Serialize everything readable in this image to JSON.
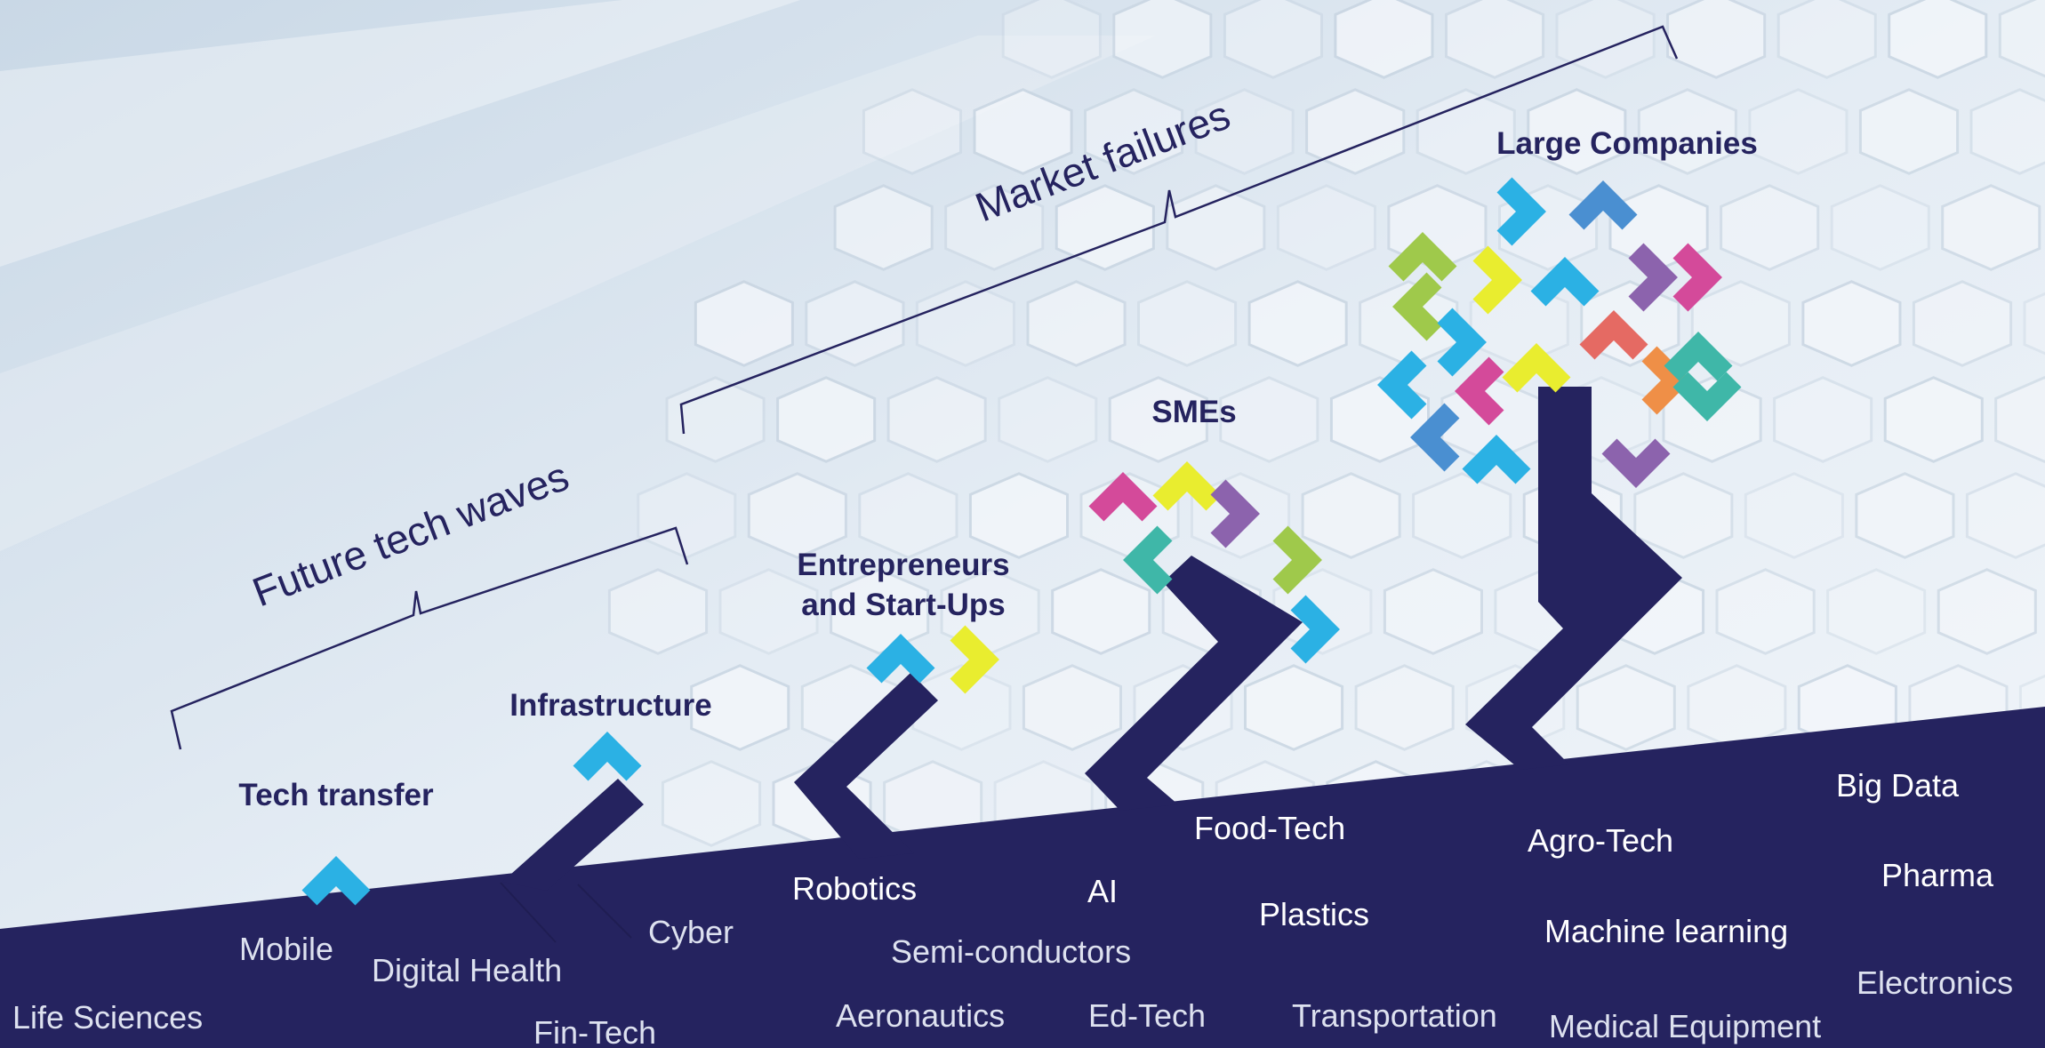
{
  "braces": {
    "future_tech_waves": "Future tech waves",
    "market_failures": "Market failures"
  },
  "stages": {
    "tech_transfer": "Tech transfer",
    "infrastructure": "Infrastructure",
    "entrepreneurs": [
      "Entrepreneurs",
      "and Start-Ups"
    ],
    "smes": "SMEs",
    "large_companies": "Large Companies"
  },
  "sectors": {
    "life_sciences": "Life Sciences",
    "mobile": "Mobile",
    "digital_health": "Digital Health",
    "fin_tech": "Fin-Tech",
    "cyber": "Cyber",
    "robotics": "Robotics",
    "semi_conductors": "Semi-conductors",
    "aeronautics": "Aeronautics",
    "ai": "AI",
    "ed_tech": "Ed-Tech",
    "food_tech": "Food-Tech",
    "plastics": "Plastics",
    "transportation": "Transportation",
    "agro_tech": "Agro-Tech",
    "machine_learning": "Machine learning",
    "medical_equipment": "Medical Equipment",
    "big_data": "Big Data",
    "pharma": "Pharma",
    "electronics": "Electronics"
  },
  "colors": {
    "navy": "#25235f",
    "cyan": "#2bb1e4",
    "yellow": "#e9ed2f",
    "green": "#9fc94b",
    "purple": "#8c63ad",
    "magenta": "#d44a9a",
    "teal": "#3fb7a8",
    "orange": "#ef8f47",
    "coral": "#e56a63",
    "blue": "#4a8fd1",
    "background": "#dfe8f1"
  }
}
